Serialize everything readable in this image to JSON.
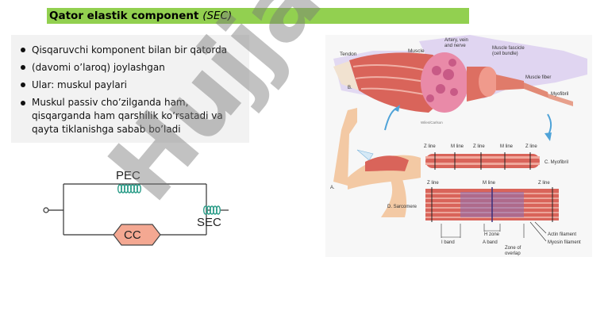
{
  "title": {
    "main": "Qator elastik component",
    "emph": "(SEC)"
  },
  "bullets": [
    "Qisqaruvchi komponent bilan bir qatorda",
    "(davomi o’laroq) joylashgan",
    "Ular: muskul paylari",
    "Muskul passiv cho’zilganda ham, qisqarganda ham qarshilik ko’rsatadi va qayta tiklanishga sabab bo’ladi"
  ],
  "model": {
    "pec": "PEC",
    "cc": "CC",
    "sec": "SEC"
  },
  "figure": {
    "tendon": "Tendon",
    "muscle": "Muscle",
    "artery": "Artery, vein",
    "artery2": "and nerve",
    "fascicle": "Muscle fascicle",
    "fascicle2": "(cell bundle)",
    "fiber": "Muscle fiber",
    "myofibril": "Myofibril",
    "credit": "Wiles/Carlson",
    "labelA": "A.",
    "labelB": "B.",
    "zline": "Z line",
    "mline": "M line",
    "cmyofibril": "C. Myofibril",
    "dsarcomere": "D. Sarcomere",
    "hzone": "H zone",
    "iband": "I band",
    "aband": "A band",
    "overlap1": "Zone of",
    "overlap2": "overlap",
    "actin": "Actin filament",
    "myosin": "Myosin filament"
  },
  "watermark": "Hujjat",
  "colors": {
    "title_bg": "#92d050",
    "panel_bg": "#f2f2f2",
    "spring": "#2e9e8a",
    "cc_fill": "#f4a892"
  }
}
